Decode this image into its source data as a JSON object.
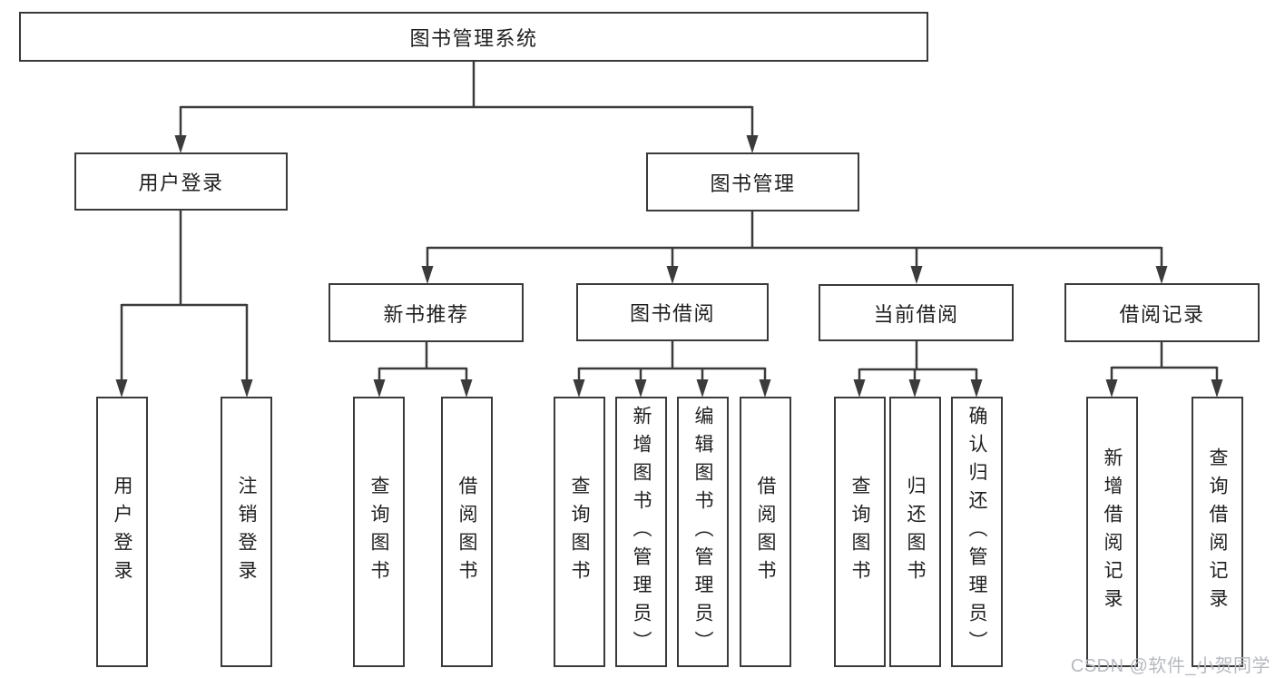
{
  "diagram": {
    "title": "图书管理系统",
    "watermark": "CSDN @软件_小贺同学",
    "colors": {
      "line": "#3b3b3b",
      "box_border": "#3a3a3a",
      "text": "#1f1f1f",
      "watermark": "#b7bac0",
      "background": "#ffffff"
    },
    "nodes": {
      "root": {
        "label": "图书管理系统"
      },
      "user_login": {
        "label": "用户登录"
      },
      "book_mgmt": {
        "label": "图书管理"
      },
      "new_book_rec": {
        "label": "新书推荐"
      },
      "book_borrow": {
        "label": "图书借阅"
      },
      "current_borrow": {
        "label": "当前借阅"
      },
      "borrow_records": {
        "label": "借阅记录"
      },
      "leaf_user_login": {
        "label": "用户登录"
      },
      "leaf_logout": {
        "label": "注销登录"
      },
      "leaf_query_book_1": {
        "label": "查询图书"
      },
      "leaf_borrow_book_1": {
        "label": "借阅图书"
      },
      "leaf_query_book_2": {
        "label": "查询图书"
      },
      "leaf_add_book": {
        "label": "新增图书（管理员）"
      },
      "leaf_edit_book": {
        "label": "编辑图书（管理员）"
      },
      "leaf_borrow_book_2": {
        "label": "借阅图书"
      },
      "leaf_query_book_3": {
        "label": "查询图书"
      },
      "leaf_return_book": {
        "label": "归还图书"
      },
      "leaf_confirm_return": {
        "label": "确认归还（管理员）"
      },
      "leaf_add_record": {
        "label": "新增借阅记录"
      },
      "leaf_query_record": {
        "label": "查询借阅记录"
      }
    },
    "hierarchy": {
      "root_children": [
        "用户登录",
        "图书管理"
      ],
      "user_login_children": [
        "用户登录",
        "注销登录"
      ],
      "book_mgmt_children": [
        "新书推荐",
        "图书借阅",
        "当前借阅",
        "借阅记录"
      ],
      "new_book_rec_children": [
        "查询图书",
        "借阅图书"
      ],
      "book_borrow_children": [
        "查询图书",
        "新增图书（管理员）",
        "编辑图书（管理员）",
        "借阅图书"
      ],
      "current_borrow_children": [
        "查询图书",
        "归还图书",
        "确认归还（管理员）"
      ],
      "borrow_records_children": [
        "新增借阅记录",
        "查询借阅记录"
      ]
    }
  }
}
